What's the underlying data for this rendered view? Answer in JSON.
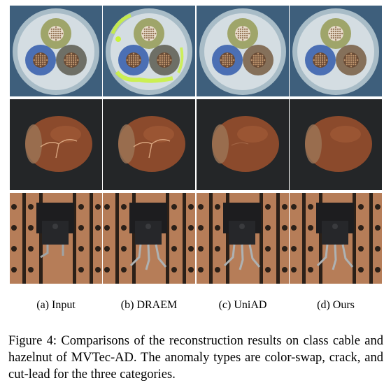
{
  "columns": [
    {
      "label": "(a) Input"
    },
    {
      "label": "(b) DRAEM"
    },
    {
      "label": "(c) UniAD"
    },
    {
      "label": "(d) Ours"
    }
  ],
  "rows": [
    {
      "category": "cable",
      "anomaly": "color-swap"
    },
    {
      "category": "hazelnut",
      "anomaly": "crack"
    },
    {
      "category": "transistor",
      "anomaly": "cut-lead"
    }
  ],
  "caption": "Figure 4: Comparisons of the reconstruction results on class cable and hazelnut of MVTec-AD. The anomaly types are color-swap, crack, and cut-lead for the three categories.",
  "colors": {
    "cable_bg": "#3e5f7c",
    "cable_ring": "#a8bcc7",
    "wire_green": "#9fa56a",
    "wire_blue": "#4b6fb4",
    "wire_grey": "#6e6f66",
    "wire_brown": "#85705a",
    "copper": "#b8906c",
    "draem_artifact": "#c9f23a",
    "hazelnut_bg": "#242628",
    "hazelnut": "#8b4a2c",
    "board": "#b67d58",
    "board_line": "#2b2018",
    "chip": "#1d1d1f"
  }
}
